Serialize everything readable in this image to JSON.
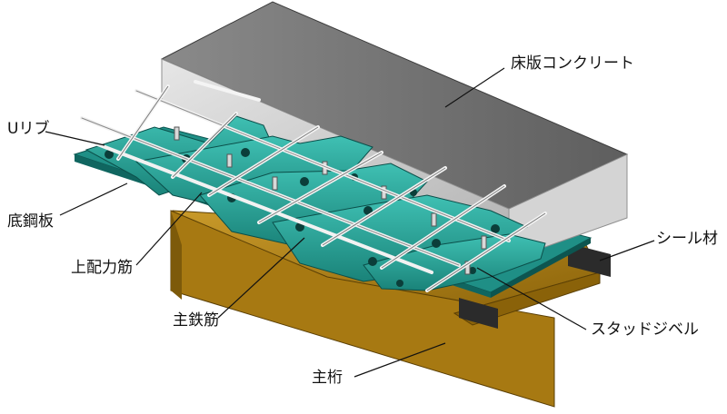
{
  "labels": {
    "deck_concrete": "床版コンクリート",
    "u_rib": "Uリブ",
    "bottom_plate": "底鋼板",
    "top_bar": "上配力筋",
    "main_bar": "主鉄筋",
    "main_girder": "主桁",
    "seal": "シール材",
    "stud": "スタッドジベル"
  },
  "colors": {
    "concrete_top": "#6f6f6f",
    "concrete_front": "#c9c9c9",
    "concrete_side": "#d8d8d8",
    "steel_plate": "#1f8f86",
    "u_rib": "#2aa49a",
    "girder": "#b8860b",
    "seal": "#2b2b2b",
    "rebar": "#e8e8e8"
  }
}
